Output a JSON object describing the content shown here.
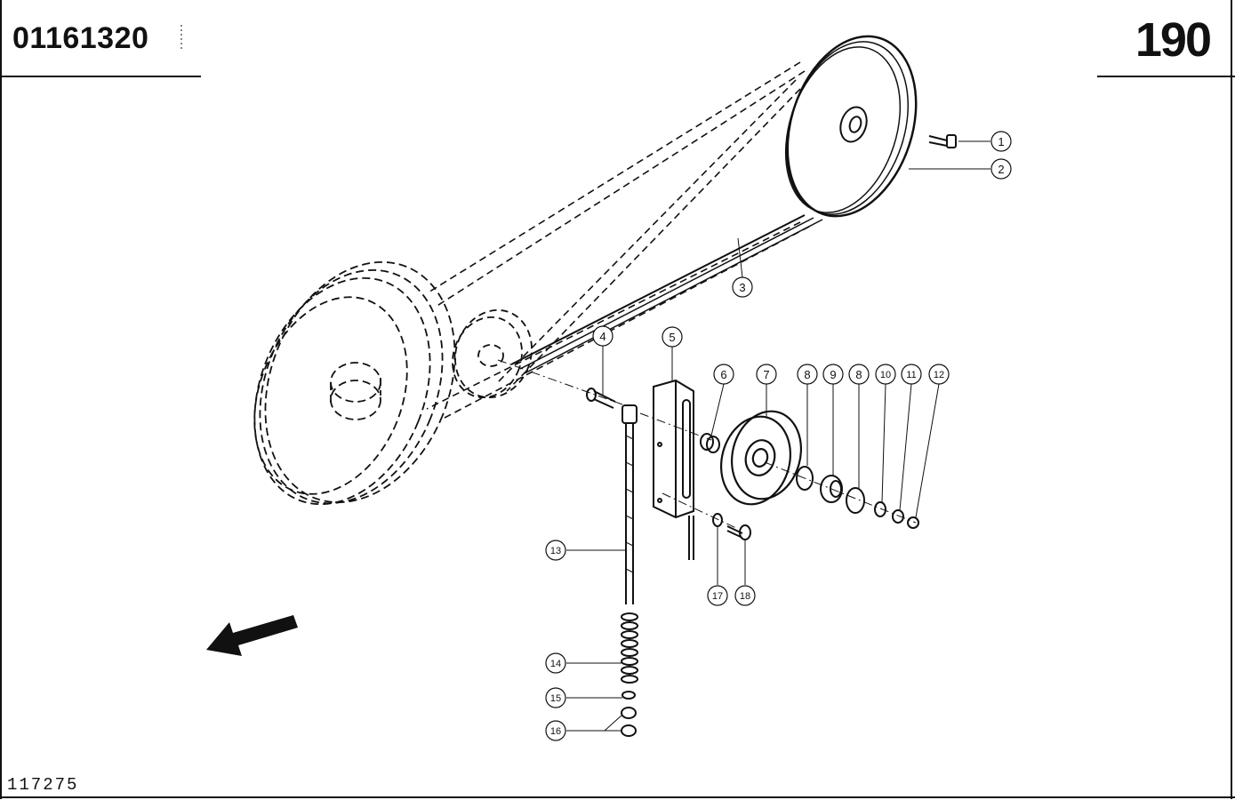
{
  "header": {
    "part_number": "01161320",
    "page_number": "190"
  },
  "footer": {
    "drawing_number": "117275"
  },
  "callouts": [
    {
      "label": "1"
    },
    {
      "label": "2"
    },
    {
      "label": "3"
    },
    {
      "label": "4"
    },
    {
      "label": "5"
    },
    {
      "label": "6"
    },
    {
      "label": "7"
    },
    {
      "label": "8"
    },
    {
      "label": "9"
    },
    {
      "label": "8"
    },
    {
      "label": "10"
    },
    {
      "label": "11"
    },
    {
      "label": "12"
    },
    {
      "label": "13"
    },
    {
      "label": "14"
    },
    {
      "label": "15"
    },
    {
      "label": "16"
    },
    {
      "label": "17"
    },
    {
      "label": "18"
    }
  ],
  "icons": {
    "direction_arrow": "arrow-left-down-icon"
  }
}
